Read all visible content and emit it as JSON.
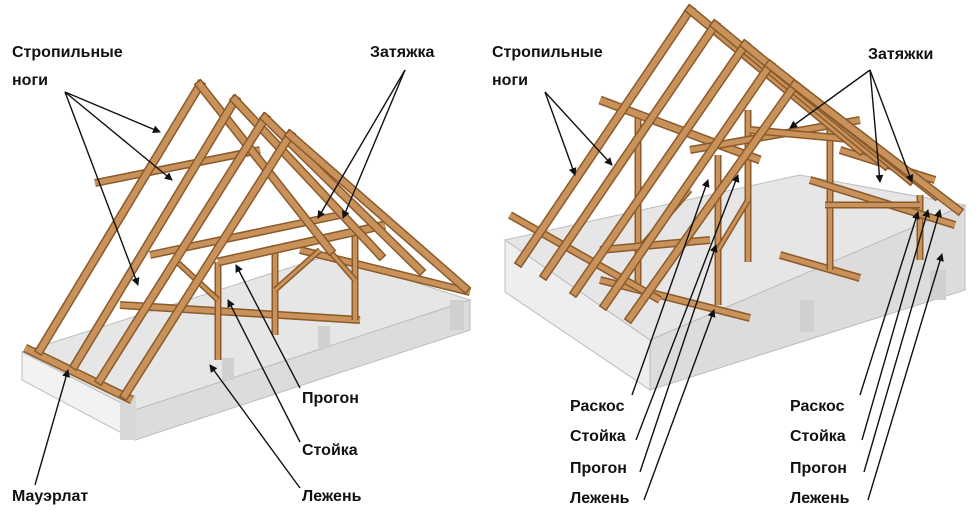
{
  "left_diagram": {
    "labels": {
      "rafters": "Стропильные\nноги",
      "tie": "Затяжка",
      "purlin": "Прогон",
      "post": "Стойка",
      "sill": "Лежень",
      "wall_plate": "Мауэрлат"
    }
  },
  "right_diagram": {
    "labels": {
      "rafters": "Стропильные\nноги",
      "ties": "Затяжки",
      "brace_left": "Раскос",
      "post_left": "Стойка",
      "purlin_left": "Прогон",
      "sill_left": "Лежень",
      "brace_right": "Раскос",
      "post_right": "Стойка",
      "purlin_right": "Прогон",
      "sill_right": "Лежень"
    }
  },
  "colors": {
    "wood": "#c8925a",
    "wood_dark": "#8b5a2b",
    "concrete": "#e6e6e6",
    "concrete_dark": "#bdbdbd",
    "ink": "#111111"
  }
}
